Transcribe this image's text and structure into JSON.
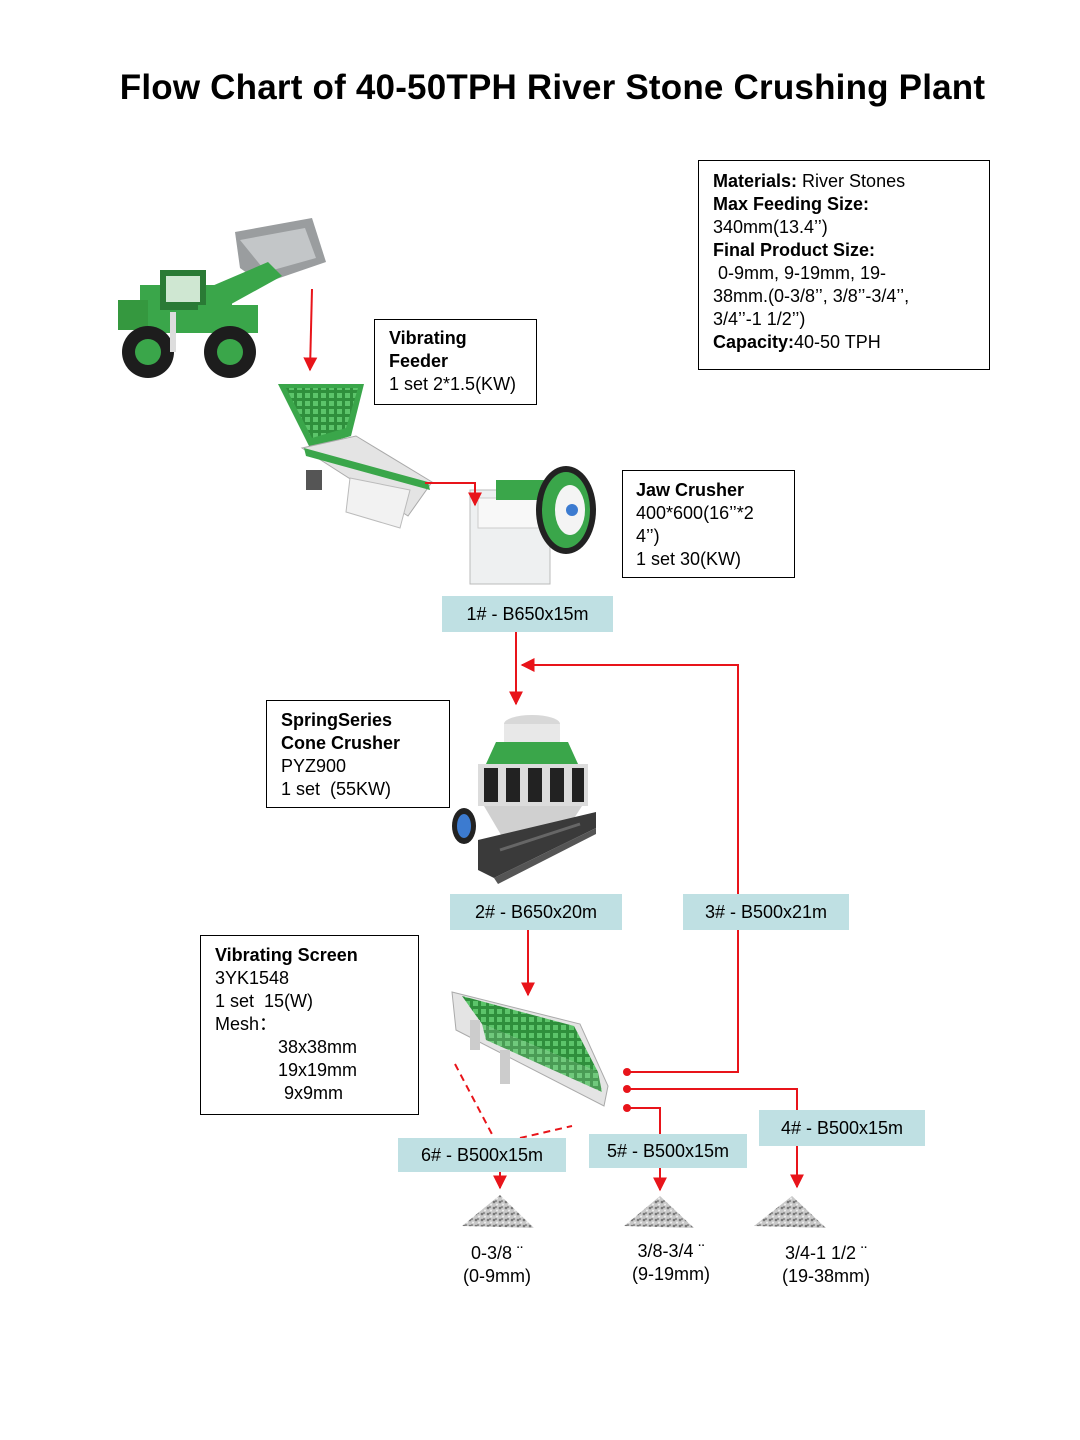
{
  "title": "Flow Chart of 40-50TPH River Stone Crushing Plant",
  "info": {
    "materials_label": "Materials:",
    "materials_value": " River Stones",
    "max_feeding_label": "Max Feeding Size:",
    "max_feeding_value": "340mm(13.4’’)",
    "final_product_label": "Final Product Size:",
    "final_product_line1": " 0-9mm, 9-19mm, 19-",
    "final_product_line2": "38mm.(0-3/8’’, 3/8’’-3/4’’,",
    "final_product_line3": "3/4’’-1 1/2’’)",
    "capacity_label": "Capacity:",
    "capacity_value": "40-50 TPH"
  },
  "feeder": {
    "name_line1": "Vibrating",
    "name_line2": "Feeder",
    "spec": "1 set 2*1.5(KW)"
  },
  "jaw": {
    "name": "Jaw Crusher",
    "spec_line1": "400*600(16’’*2",
    "spec_line2": "4’’)",
    "spec_line3": "1 set 30(KW)"
  },
  "cone": {
    "name_line1": "SpringSeries",
    "name_line2": "Cone Crusher",
    "model": "PYZ900",
    "spec": "1 set  (55KW)"
  },
  "screen": {
    "name": "Vibrating Screen",
    "model": "3YK1548",
    "spec": "1 set  15(W)",
    "mesh_label": "Mesh：",
    "mesh1": "38x38mm",
    "mesh2": "19x19mm",
    "mesh3": "9x9mm"
  },
  "belts": {
    "b1": "1# - B650x15m",
    "b2": "2# - B650x20m",
    "b3": "3# - B500x21m",
    "b4": "4# - B500x15m",
    "b5": "5# - B500x15m",
    "b6": "6# - B500x15m"
  },
  "products": {
    "p1_line1": "0-3/8 ¨",
    "p1_line2": "(0-9mm)",
    "p2_line1": "3/8-3/4 ¨",
    "p2_line2": "(9-19mm)",
    "p3_line1": "3/4-1 1/2 ¨",
    "p3_line2": "(19-38mm)"
  },
  "colors": {
    "arrow": "#e8141a",
    "belt_bg": "#bfe0e3",
    "machine_green": "#3aa64a"
  }
}
